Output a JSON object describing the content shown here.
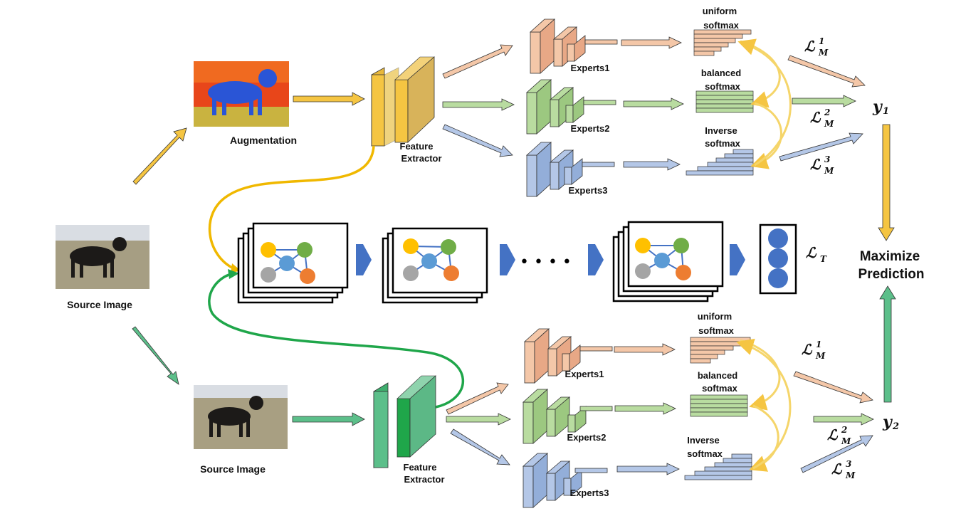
{
  "labels": {
    "augmentation": "Augmentation",
    "source_image_left": "Source Image",
    "source_image_bottom": "Source Image",
    "feature_extractor_top": [
      "Feature",
      "Extractor"
    ],
    "feature_extractor_bottom": [
      "Feature",
      "Extractor"
    ],
    "experts": [
      "Experts1",
      "Experts2",
      "Experts3"
    ],
    "softmax_top": [
      [
        "uniform",
        "softmax"
      ],
      [
        "balanced",
        "softmax"
      ],
      [
        "Inverse",
        "softmax"
      ]
    ],
    "softmax_bottom": [
      [
        "uniform",
        "softmax"
      ],
      [
        "balanced",
        "softmax"
      ],
      [
        "Inverse",
        "softmax"
      ]
    ],
    "maximize": [
      "Maximize",
      "Prediction"
    ]
  },
  "math": {
    "loss_m_top": [
      {
        "base": "ℒ",
        "sub": "M",
        "sup": "1"
      },
      {
        "base": "ℒ",
        "sub": "M",
        "sup": "2"
      },
      {
        "base": "ℒ",
        "sub": "M",
        "sup": "3"
      }
    ],
    "loss_m_bottom": [
      {
        "base": "ℒ",
        "sub": "M",
        "sup": "1"
      },
      {
        "base": "ℒ",
        "sub": "M",
        "sup": "2"
      },
      {
        "base": "ℒ",
        "sub": "M",
        "sup": "3"
      }
    ],
    "loss_t": {
      "base": "ℒ",
      "sub": "T"
    },
    "y1": {
      "base": "y",
      "sub": "1"
    },
    "y2": {
      "base": "y",
      "sub": "2"
    }
  },
  "ellipsis": "• • • •",
  "colors": {
    "yellow": "#f5c542",
    "yellow_dark": "#e0a800",
    "green": "#5cbf8a",
    "green_dark": "#1fa64a",
    "orange": "#f4c7a8",
    "light_green": "#b9dca0",
    "light_blue": "#b4c7e7",
    "blue_arrow": "#4472c4",
    "node_yellow": "#ffc000",
    "node_green": "#70ad47",
    "node_blue": "#5b9bd5",
    "node_gray": "#a5a5a5",
    "node_orange": "#ed7d31"
  },
  "icons": [
    "dog-photo",
    "augmented-dog-photo",
    "graph-icon",
    "cube-icon"
  ]
}
